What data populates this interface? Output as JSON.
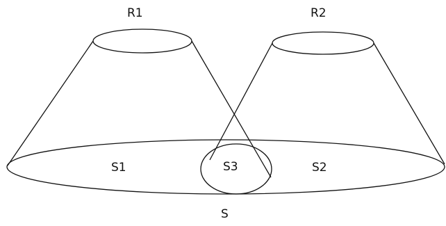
{
  "diagram": {
    "labels": {
      "r1": "R1",
      "r2": "R2",
      "s1": "S1",
      "s2": "S2",
      "s3": "S3",
      "s": "S"
    },
    "line_color": "#111111",
    "background": "#ffffff"
  }
}
